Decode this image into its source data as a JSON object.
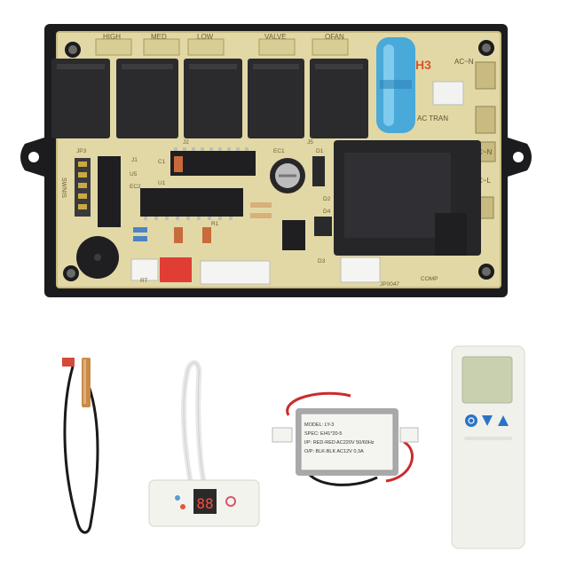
{
  "board": {
    "relay_labels": [
      "HIGH",
      "MED",
      "LOW",
      "VALVE",
      "OFAN"
    ],
    "right_labels": [
      "AC~N",
      "AC TRAN",
      "C~N",
      "C~L"
    ],
    "part_codes": {
      "jp3": "JP3",
      "j1": "J1",
      "j2": "J2",
      "c1": "C1",
      "u1": "U1",
      "u5": "U5",
      "j5": "J5",
      "ec1": "EC1",
      "ec2": "EC2",
      "r1": "R1",
      "d1": "D1",
      "d2": "D2",
      "d3": "D3",
      "d4": "D4",
      "rt": "RT",
      "jp0047": "JP0047",
      "comp": "COMP",
      "side_marks": "SWNIS",
      "fuse": "H3"
    }
  },
  "transformer": {
    "label_lines": [
      "MODEL: LY-3",
      "SPEC: EI41*20-5",
      "I/P: RED-RED AC220V 50/60Hz",
      "O/P: BLK-BLK AC12V 0.3A"
    ]
  },
  "display_panel": {
    "digits": "88"
  },
  "colors": {
    "pcb": "#e2d8a6",
    "relay": "#2b2b2e",
    "enclosure": "#1c1c1e",
    "fuse": "#49a9d9",
    "remote": "#f1f1ec",
    "remote_lcd": "#c8d0b0",
    "remote_blue": "#2a74c6"
  }
}
